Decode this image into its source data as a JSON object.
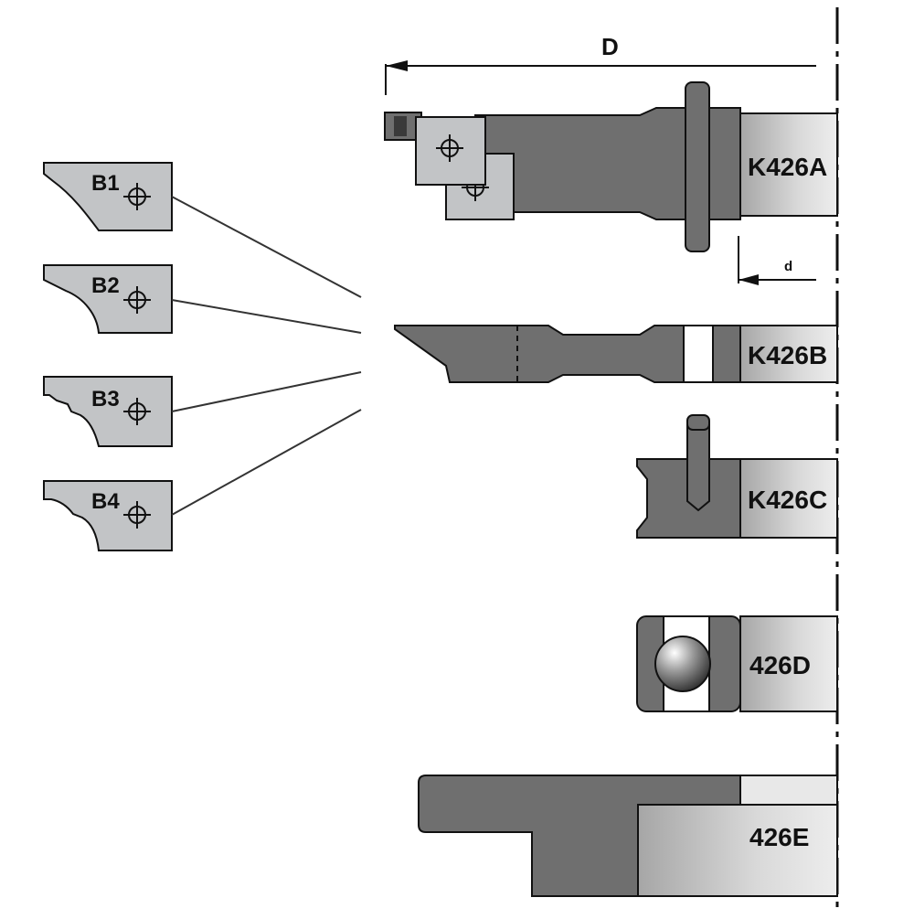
{
  "dimensions": {
    "main": "D",
    "small": "d"
  },
  "inserts": [
    {
      "label": "B1"
    },
    {
      "label": "B2"
    },
    {
      "label": "B3"
    },
    {
      "label": "B4"
    }
  ],
  "tools": [
    {
      "label": "K426A"
    },
    {
      "label": "K426B"
    },
    {
      "label": "K426C"
    },
    {
      "label": "426D"
    },
    {
      "label": "426E"
    }
  ],
  "colors": {
    "body": "#6f6f6f",
    "insert": "#c2c4c6",
    "hub_light": "#e6e6e6",
    "hub_dark": "#a8a8a8",
    "outline": "#111111",
    "line": "#333333"
  }
}
